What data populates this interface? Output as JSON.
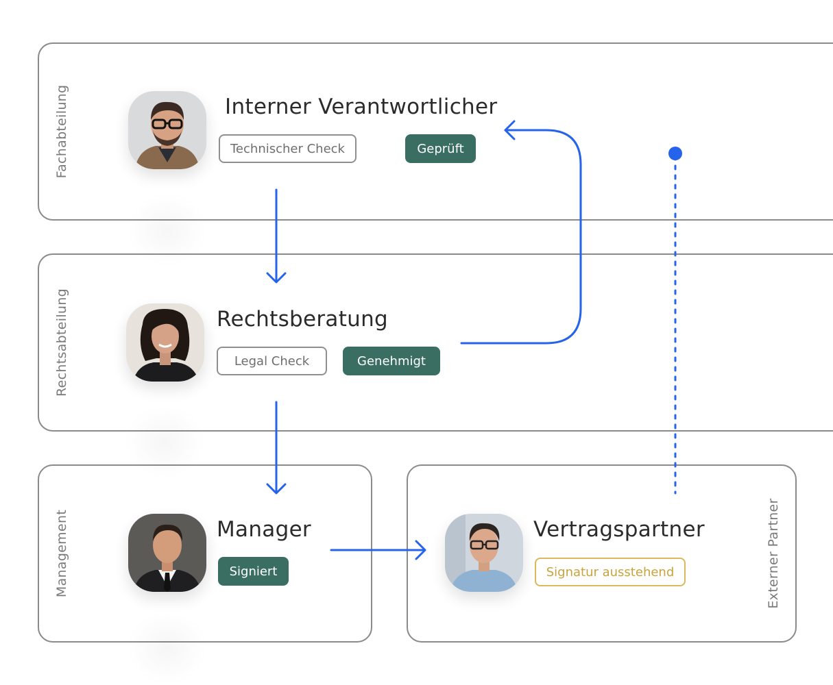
{
  "lanes": {
    "fachabteilung": "Fachabteilung",
    "rechtsabteilung": "Rechtsabteilung",
    "management": "Management",
    "externer_partner": "Externer Partner"
  },
  "nodes": {
    "interner": {
      "title": "Interner Verantwortlicher",
      "task": "Technischer Check",
      "status": "Geprüft"
    },
    "rechtsberatung": {
      "title": "Rechtsberatung",
      "task": "Legal Check",
      "status": "Genehmigt"
    },
    "manager": {
      "title": "Manager",
      "status": "Signiert"
    },
    "vertragspartner": {
      "title": "Vertragspartner",
      "status": "Signatur ausstehend"
    }
  },
  "colors": {
    "connector": "#2563eb",
    "approved_badge": "#3a6e62",
    "pending_badge": "#d9b95c",
    "lane_border": "#8a8a8a"
  },
  "icons": {
    "avatar_interner": "avatar-man-glasses-icon",
    "avatar_legal": "avatar-woman-icon",
    "avatar_manager": "avatar-man-suit-icon",
    "avatar_partner": "avatar-man-glasses-icon"
  }
}
